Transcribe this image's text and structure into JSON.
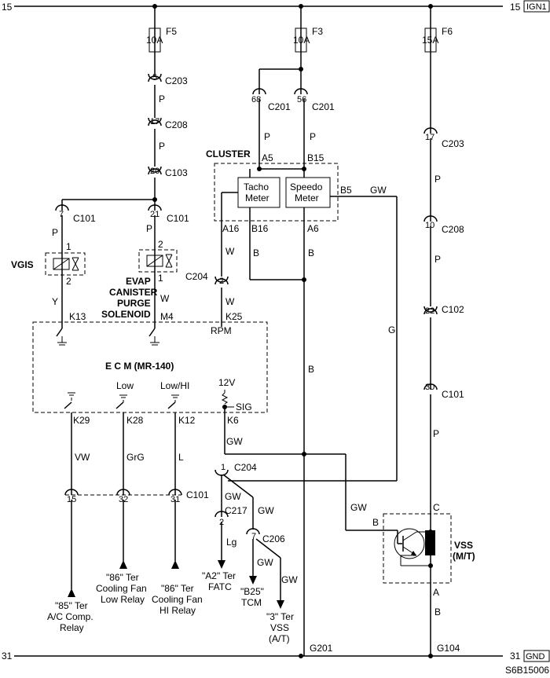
{
  "rails": {
    "top": "15",
    "top_tag": "IGN1",
    "bottom": "31",
    "bottom_tag": "GND"
  },
  "fuses": [
    {
      "name": "F5",
      "rating": "10A"
    },
    {
      "name": "F3",
      "rating": "10A"
    },
    {
      "name": "F6",
      "rating": "15A"
    }
  ],
  "connectors": {
    "c1_5": "5",
    "c1_5n": "C203",
    "c1_17": "17",
    "c1_17n": "C208",
    "c1_20": "20",
    "c1_20n": "C103",
    "c1_21": "21",
    "c1_21n": "C101",
    "c0_7": "7",
    "c0_7n": "C101",
    "c2_68": "68",
    "c2_68n": "C201",
    "c2_56": "56",
    "c2_56n": "C201",
    "c3_17": "17",
    "c3_17n": "C203",
    "c3_10": "10",
    "c3_10n": "C208",
    "c3_22": "22",
    "c3_22n": "C102",
    "c3_30": "30",
    "c3_30n": "C101",
    "c204_2": "2",
    "c204_2n": "C204",
    "c204_1": "1",
    "c204_1n": "C204",
    "c217": "2",
    "c217n": "C217",
    "c206": "7",
    "c206n": "C206",
    "b15": "15",
    "b32": "32",
    "b31": "31",
    "b_c101": "C101"
  },
  "wires": {
    "p1": "P",
    "p2": "P",
    "p3": "P",
    "p4": "P",
    "p5": "P",
    "p6": "P",
    "p7": "P",
    "p8": "P",
    "p9": "P",
    "y": "Y",
    "w1": "W",
    "w2": "W",
    "w3": "W",
    "b1": "B",
    "b2": "B",
    "b3": "B",
    "b4": "B",
    "gw1": "GW",
    "gw2": "GW",
    "gw3": "GW",
    "gw4": "GW",
    "gw5": "GW",
    "gw6": "GW",
    "gw7": "GW",
    "g": "G",
    "lg": "Lg",
    "vw": "VW",
    "grg": "GrG",
    "l": "L"
  },
  "cluster": {
    "title": "CLUSTER",
    "tacho": [
      "Tacho",
      "Meter"
    ],
    "speedo": [
      "Speedo",
      "Meter"
    ],
    "a5": "A5",
    "b15": "B15",
    "b5": "B5",
    "a16": "A16",
    "b16": "B16",
    "a6": "A6"
  },
  "components": {
    "vgis": "VGIS",
    "evap": [
      "EVAP",
      "CANISTER",
      "PURGE",
      "SOLENOID"
    ],
    "vss": [
      "VSS",
      "(M/T)"
    ],
    "pin1": "1",
    "pin2": "2",
    "pin2b": "2",
    "pin1b": "1",
    "vss_c": "C",
    "vss_b": "B",
    "vss_a": "A"
  },
  "ecm": {
    "title": "E C M (MR-140)",
    "k13": "K13",
    "m4": "M4",
    "k25": "K25",
    "rpm": "RPM",
    "low": "Low",
    "lowhi": "Low/HI",
    "v12": "12V",
    "k29": "K29",
    "k28": "K28",
    "k12": "K12",
    "sig": "SIG",
    "k6": "K6"
  },
  "destinations": {
    "ac": [
      "\"85\" Ter",
      "A/C Comp.",
      "Relay"
    ],
    "cfl": [
      "\"86\" Ter",
      "Cooling Fan",
      "Low Relay"
    ],
    "cfh": [
      "\"86\" Ter",
      "Cooling Fan",
      "HI Relay"
    ],
    "fatc": [
      "\"A2\" Ter",
      "FATC"
    ],
    "tcm": [
      "\"B25\"",
      "TCM"
    ],
    "vssat": [
      "\"3\" Ter",
      "VSS",
      "(A/T)"
    ]
  },
  "grounds": {
    "g201": "G201",
    "g104": "G104"
  },
  "code": "S6B15006"
}
